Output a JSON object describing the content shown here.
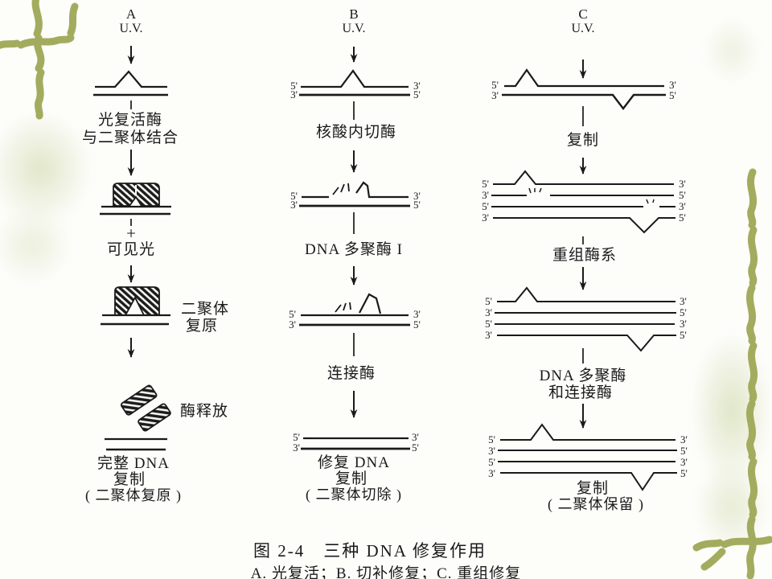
{
  "page": {
    "background": "#fdfdfa",
    "ink": "#1a1a1a",
    "vine_green": "#a3ac5e",
    "leaf_tint": "#d6deb7"
  },
  "labels": {
    "five_prime": "5'",
    "three_prime": "3'"
  },
  "column_a": {
    "letter": "A",
    "uv": "U.V.",
    "enzyme_binds_1": "光复活酶",
    "enzyme_binds_2": "与二聚体结合",
    "plus": "+",
    "visible_light": "可见光",
    "dimer_restored_1": "二聚体",
    "dimer_restored_2": "复原",
    "enzyme_release": "酶释放",
    "result_1": "完整 DNA",
    "result_2": "复制",
    "result_3": "( 二聚体复原 )"
  },
  "column_b": {
    "letter": "B",
    "uv": "U.V.",
    "endonuclease": "核酸内切酶",
    "polymerase": "DNA 多聚酶 I",
    "ligase": "连接酶",
    "result_1": "修复 DNA",
    "result_2": "复制",
    "result_3": "( 二聚体切除 )"
  },
  "column_c": {
    "letter": "C",
    "uv": "U.V.",
    "replication_1": "复制",
    "recombination_enzymes": "重组酶系",
    "polymerase_ligase_1": "DNA 多聚酶",
    "polymerase_ligase_2": "和连接酶",
    "replication_2": "复制",
    "result": "( 二聚体保留 )"
  },
  "caption": {
    "line1": "图 2-4　三种 DNA 修复作用",
    "line2": "A. 光复活；B. 切补修复；C. 重组修复"
  }
}
